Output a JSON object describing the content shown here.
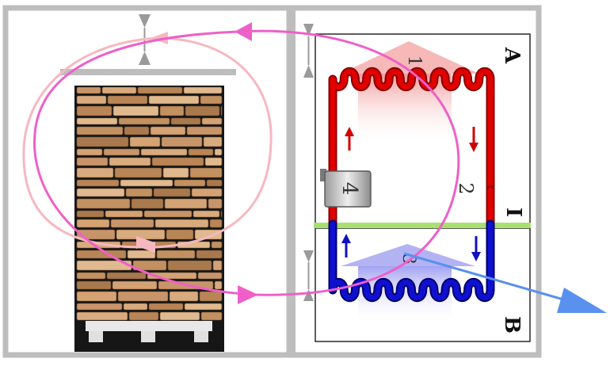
{
  "diagram": {
    "labels": {
      "evaporator_number": "1",
      "pipe_number": "2",
      "condenser_number": "3",
      "compressor_number": "4",
      "zone_a": "A",
      "zone_b": "B",
      "divider_mark": "I"
    },
    "colors": {
      "frame": "#bdbdbd",
      "hot_pipe": "#e00000",
      "cold_pipe": "#1010d0",
      "hot_zone": "#f4a0a0",
      "cold_zone": "#a0a0f0",
      "divider": "#a8e070",
      "cycle_arrow": "#ee60c8",
      "cycle_ellipse": "#f6b8c0",
      "exhaust_arrow": "#5a90ee",
      "wood": "#c8956a"
    },
    "icons": [
      "gap-marker-icon",
      "wood-stack-photo",
      "compressor-icon",
      "flow-arrow-icon"
    ]
  }
}
